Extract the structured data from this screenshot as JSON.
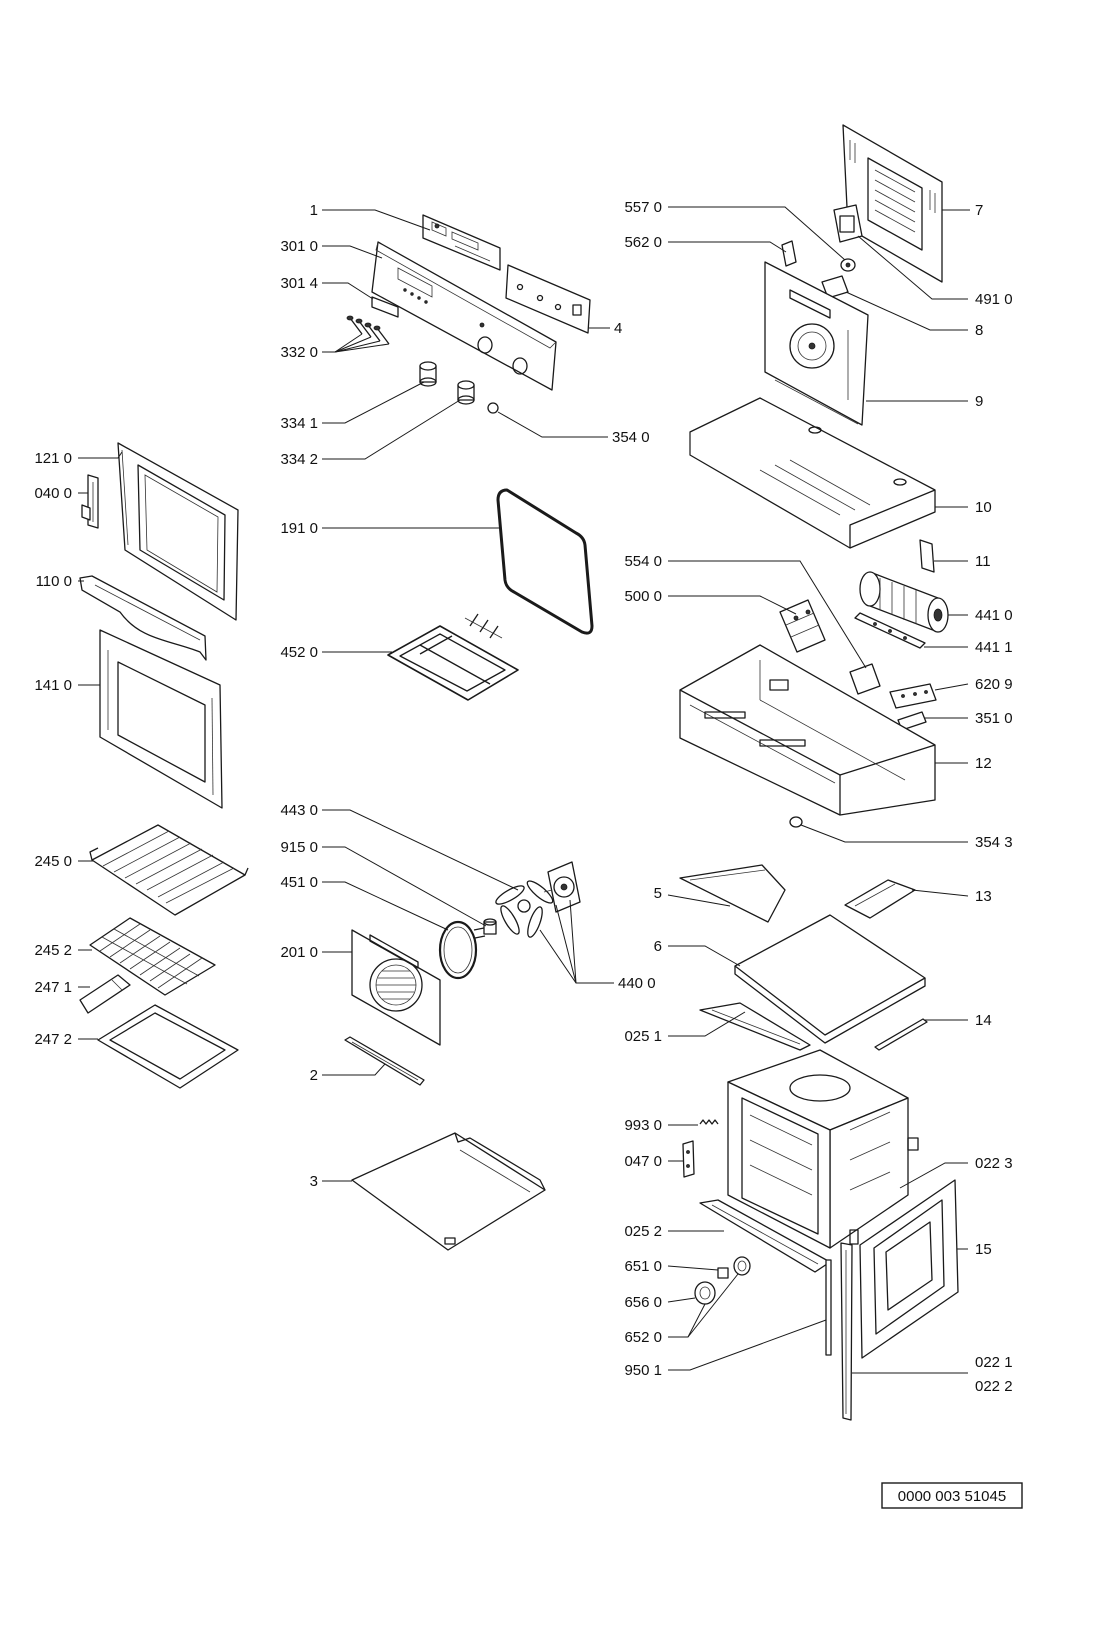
{
  "callouts": {
    "c1": "1",
    "c301_0": "301 0",
    "c301_4": "301 4",
    "c332_0": "332 0",
    "c334_1": "334 1",
    "c334_2": "334 2",
    "c354_0": "354 0",
    "c121_0": "121 0",
    "c040_0": "040 0",
    "c191_0": "191 0",
    "c110_0": "110 0",
    "c452_0": "452 0",
    "c141_0": "141 0",
    "c443_0": "443 0",
    "c915_0": "915 0",
    "c451_0": "451 0",
    "c245_0": "245 0",
    "c201_0": "201 0",
    "c245_2": "245 2",
    "c247_1": "247 1",
    "c247_2": "247 2",
    "c2": "2",
    "c3": "3",
    "c440_0": "440 0",
    "c557_0": "557 0",
    "c562_0": "562 0",
    "c7": "7",
    "c491_0": "491 0",
    "c4": "4",
    "c8": "8",
    "c9": "9",
    "c10": "10",
    "c11": "11",
    "c554_0": "554 0",
    "c500_0": "500 0",
    "c441_0": "441 0",
    "c441_1": "441 1",
    "c620_9": "620 9",
    "c351_0": "351 0",
    "c12": "12",
    "c354_3": "354 3",
    "c5": "5",
    "c13": "13",
    "c6": "6",
    "c025_1": "025 1",
    "c14": "14",
    "c993_0": "993 0",
    "c047_0": "047 0",
    "c022_3": "022 3",
    "c025_2": "025 2",
    "c15": "15",
    "c651_0": "651 0",
    "c656_0": "656 0",
    "c652_0": "652 0",
    "c950_1": "950 1",
    "c022_1": "022 1",
    "c022_2": "022 2"
  },
  "drawing_number": "0000 003 51045"
}
